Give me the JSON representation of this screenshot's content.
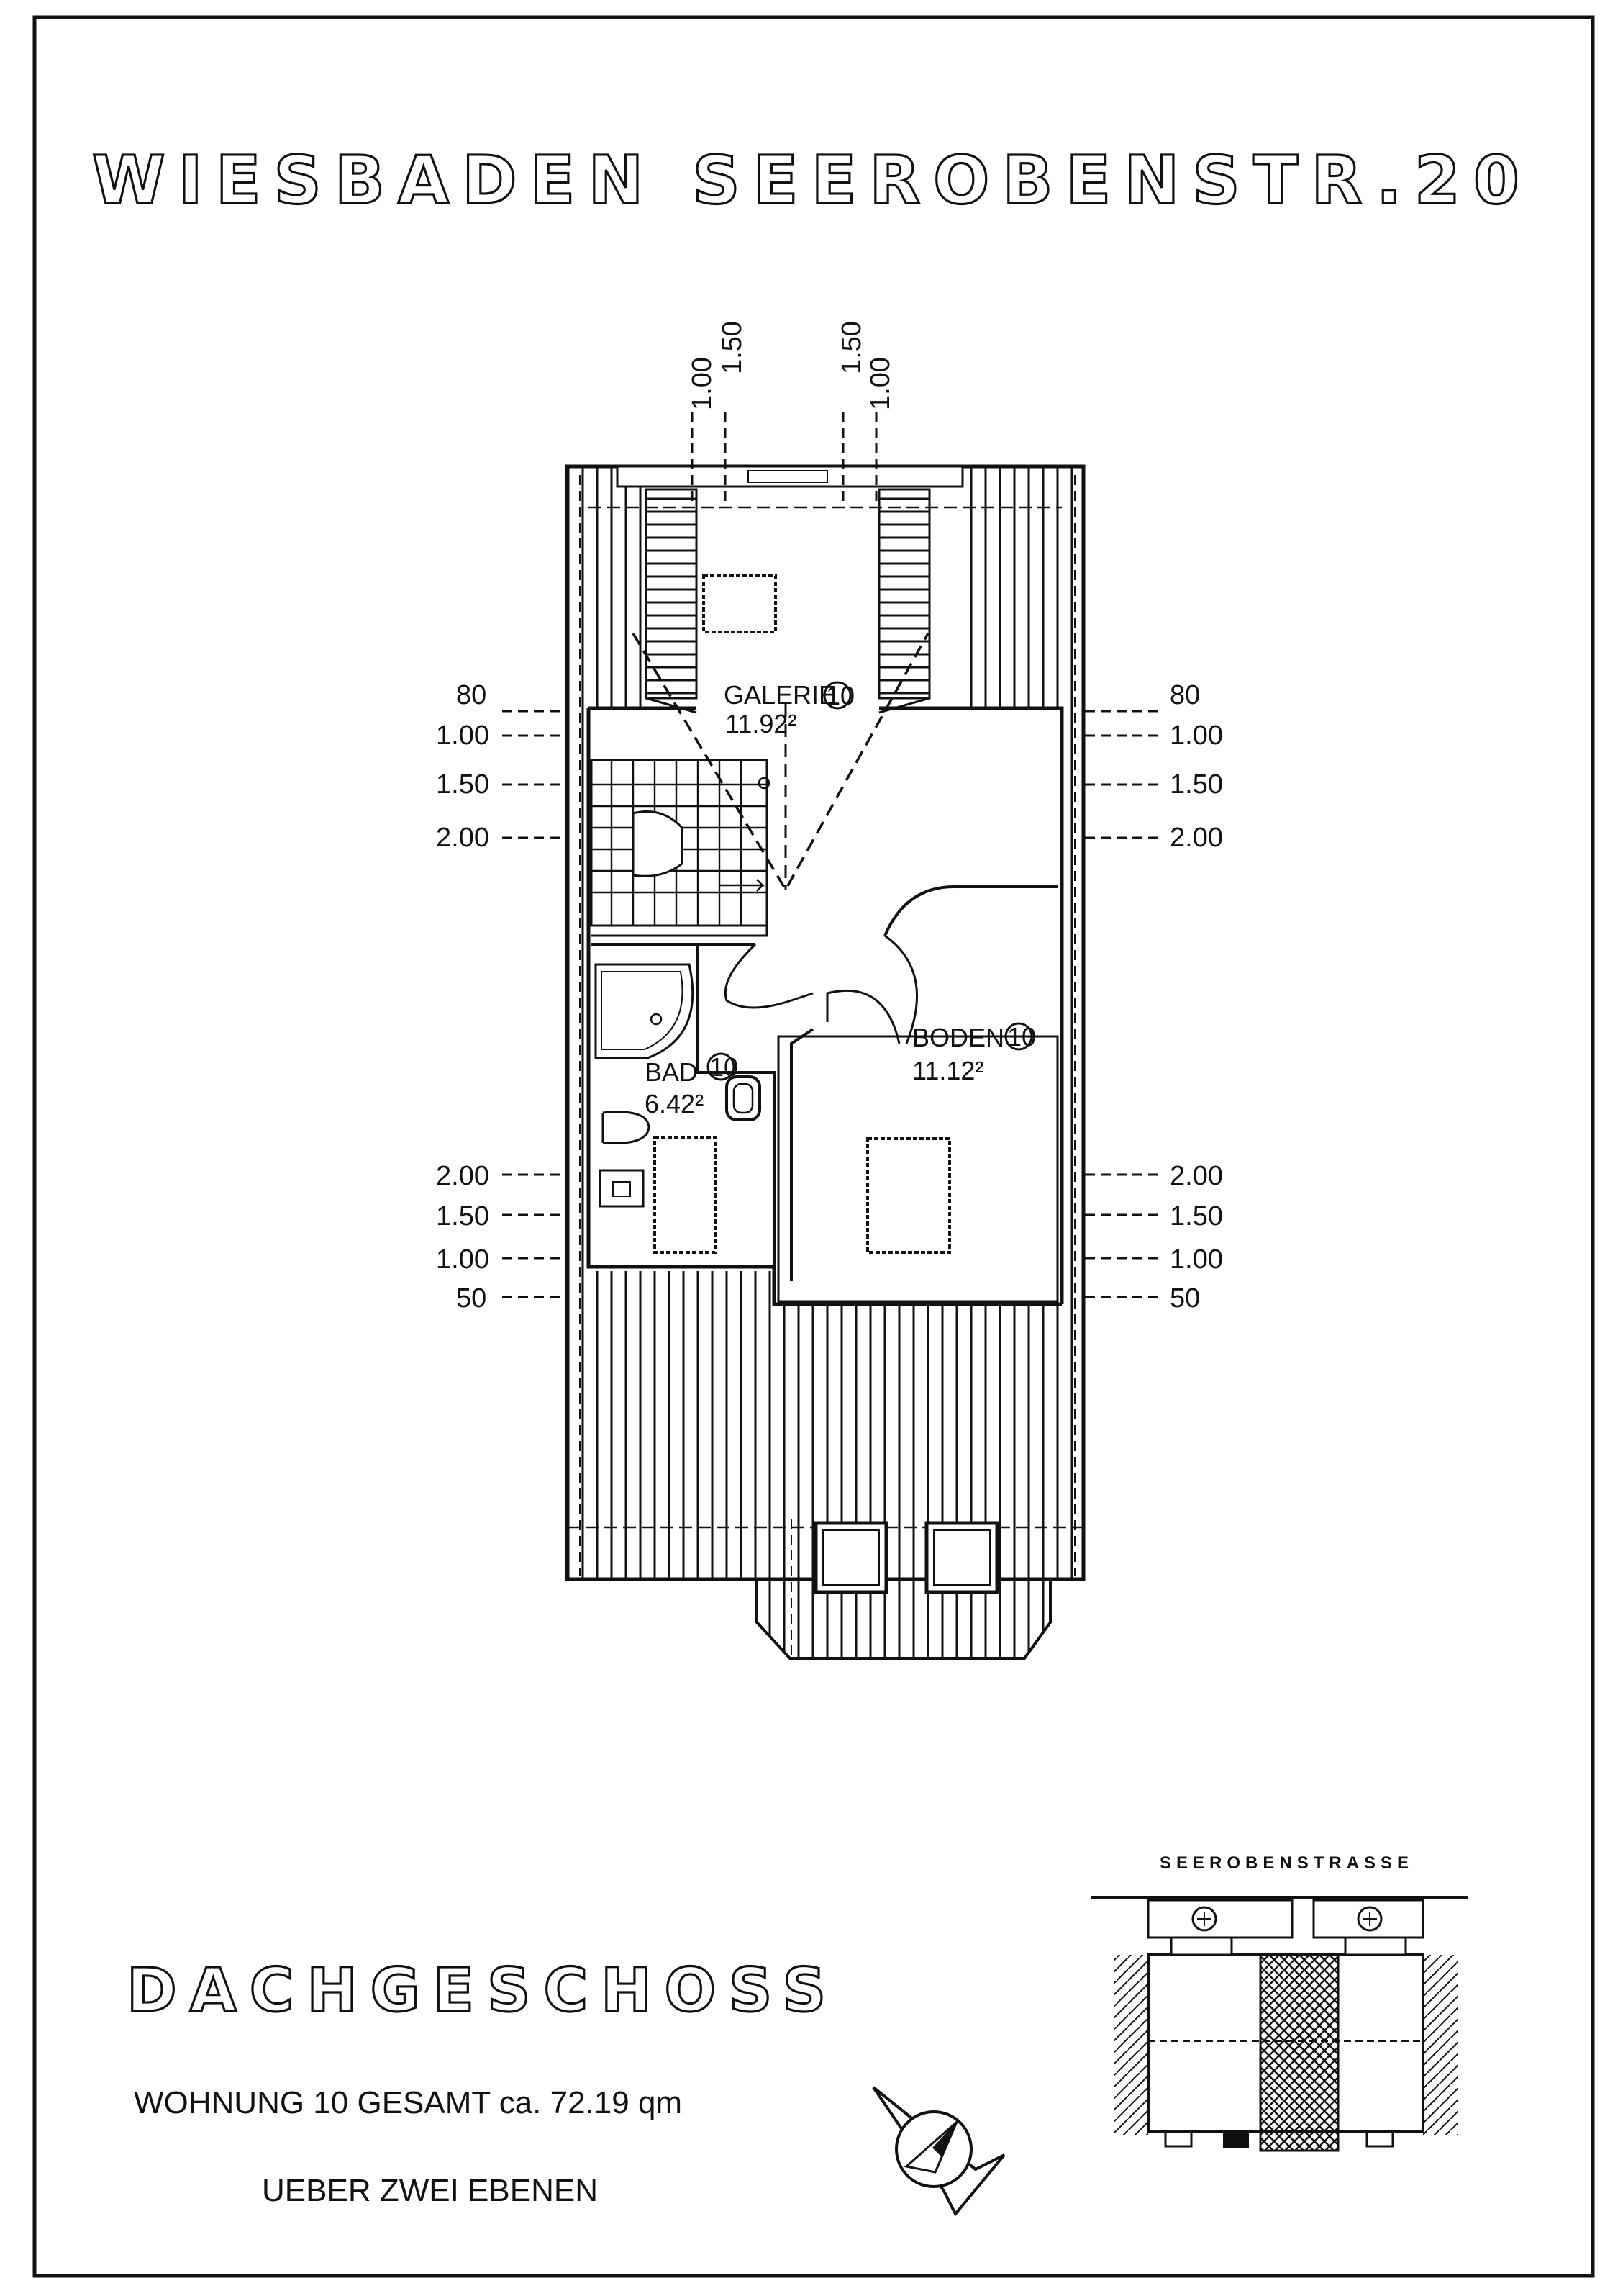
{
  "title": "WIESBADEN SEEROBENSTR.20",
  "floor_name": "DACHGESCHOSS",
  "summary_line": "WOHNUNG 10 GESAMT ca. 72.19 qm",
  "subline": "UEBER ZWEI EBENEN",
  "site_plan_label": "SEEROBENSTRASSE",
  "rooms": {
    "galerie": {
      "name": "GALERIE",
      "unit": "10",
      "area": "11.92²"
    },
    "boden": {
      "name": "BODEN",
      "unit": "10",
      "area": "11.12²"
    },
    "bad": {
      "name": "BAD",
      "unit": "10",
      "area": "6.42²"
    }
  },
  "dimensions": {
    "top_left": [
      "1.00",
      "1.50"
    ],
    "top_right": [
      "1.50",
      "1.00"
    ],
    "left_upper": [
      "80",
      "1.00",
      "1.50",
      "2.00"
    ],
    "right_upper": [
      "80",
      "1.00",
      "1.50",
      "2.00"
    ],
    "left_lower": [
      "2.00",
      "1.50",
      "1.00",
      "50"
    ],
    "right_lower": [
      "2.00",
      "1.50",
      "1.00",
      "50"
    ]
  },
  "icons": [
    "north-arrow-icon"
  ]
}
